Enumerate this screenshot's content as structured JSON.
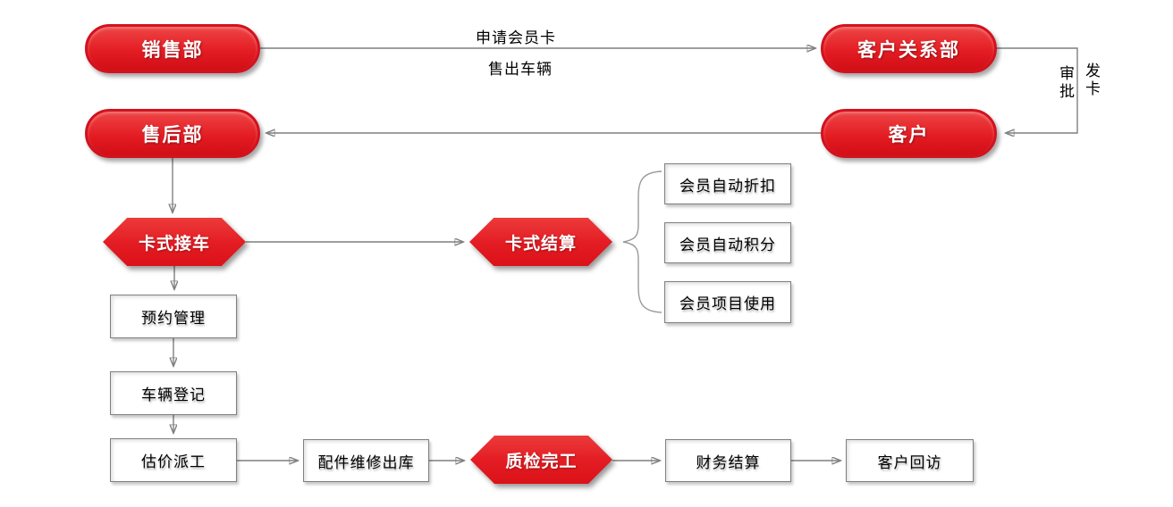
{
  "nodes": {
    "sales_dept": "销售部",
    "customer_relations_dept": "客户关系部",
    "after_sales_dept": "售后部",
    "customer": "客户",
    "card_reception": "卡式接车",
    "card_settlement": "卡式结算",
    "member_auto_discount": "会员自动折扣",
    "member_auto_points": "会员自动积分",
    "member_program_usage": "会员项目使用",
    "appointment_management": "预约管理",
    "vehicle_registration": "车辆登记",
    "valuation_dispatch": "估价派工",
    "parts_repair_outbound": "配件维修出库",
    "quality_check_complete": "质检完工",
    "financial_settlement": "财务结算",
    "customer_followup": "客户回访"
  },
  "edge_labels": {
    "apply_member_card": "申请会员卡",
    "vehicle_sold": "售出车辆",
    "approval": "审批",
    "issue_card": "发卡"
  },
  "colors": {
    "shape_red": "#e31b22",
    "shape_red_light": "#ee4545",
    "shape_red_dark": "#d10e16",
    "shape_text": "#ffffff",
    "connector": "#7f7f7f",
    "box_border": "#808080",
    "box_text": "#000000"
  }
}
